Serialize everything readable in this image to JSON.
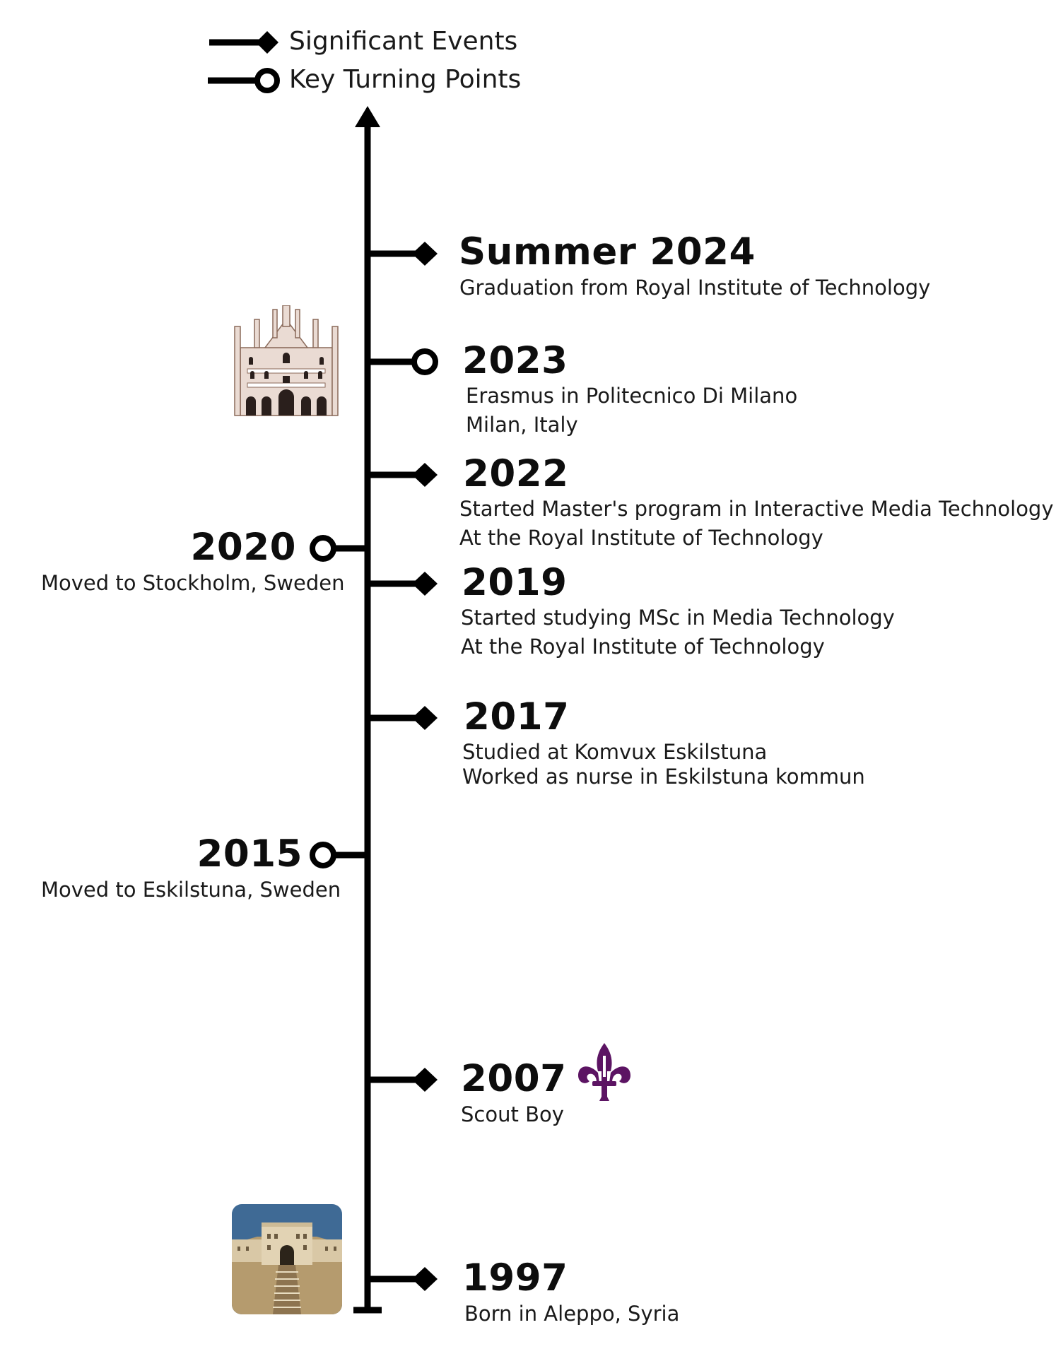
{
  "legend": {
    "significant_label": "Significant Events",
    "turning_label": "Key Turning Points"
  },
  "events": [
    {
      "kind": "significant",
      "side": "right",
      "year": "Summer 2024",
      "lines": [
        "Graduation from Royal Institute of Technology"
      ]
    },
    {
      "kind": "turning",
      "side": "right",
      "year": "2023",
      "lines": [
        "Erasmus in Politecnico Di Milano",
        "Milan, Italy"
      ],
      "image": "milan-cathedral-icon"
    },
    {
      "kind": "significant",
      "side": "right",
      "year": "2022",
      "lines": [
        "Started Master's program in Interactive Media Technology",
        "At the Royal Institute of Technology"
      ]
    },
    {
      "kind": "turning",
      "side": "left",
      "year": "2020",
      "lines": [
        "Moved to Stockholm, Sweden"
      ]
    },
    {
      "kind": "significant",
      "side": "right",
      "year": "2019",
      "lines": [
        "Started studying MSc in Media Technology",
        "At the Royal Institute of Technology"
      ]
    },
    {
      "kind": "significant",
      "side": "right",
      "year": "2017",
      "lines": [
        "Studied at Komvux Eskilstuna",
        "Worked as nurse in Eskilstuna kommun"
      ]
    },
    {
      "kind": "turning",
      "side": "left",
      "year": "2015",
      "lines": [
        "Moved to Eskilstuna, Sweden"
      ]
    },
    {
      "kind": "significant",
      "side": "right",
      "year": "2007",
      "lines": [
        "Scout Boy"
      ],
      "image": "scout-fleur-de-lis-icon"
    },
    {
      "kind": "significant",
      "side": "right",
      "year": "1997",
      "lines": [
        "Born in Aleppo, Syria"
      ],
      "image": "aleppo-citadel-icon"
    }
  ],
  "colors": {
    "line": "#000000",
    "text": "#1a1a1a",
    "scout_purple": "#5c1463",
    "citadel_sky": "#3f6a95",
    "citadel_sand": "#b59b6e"
  }
}
